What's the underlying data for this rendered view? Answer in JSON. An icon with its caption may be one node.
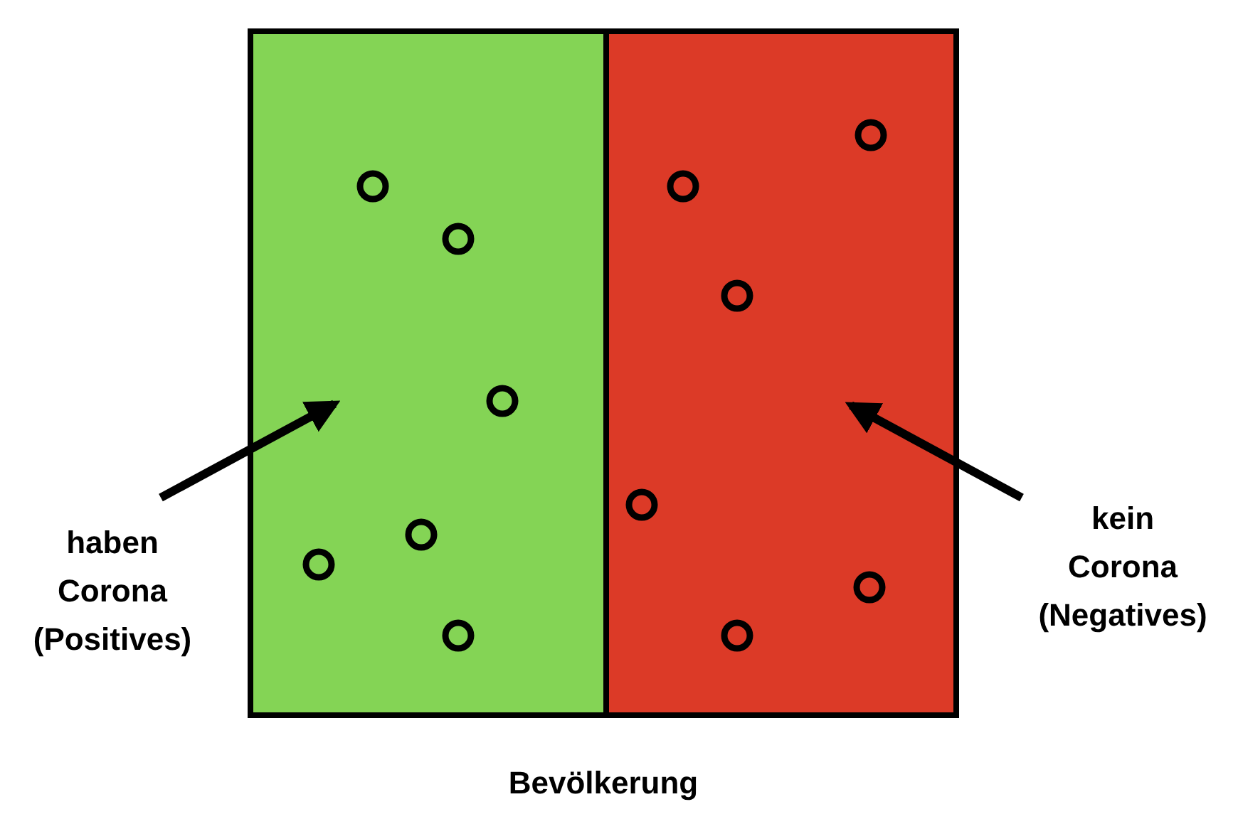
{
  "diagram": {
    "nodes": [
      {
        "text": [],
        "shape": "box"
      },
      {
        "text": [],
        "shape": "box"
      },
      {
        "text": [
          "haben Corona (Positives)"
        ]
      },
      {
        "text": [
          "kein Corona (Negatives)"
        ]
      }
    ],
    "edges": [
      {
        "from": 2,
        "to": 0,
        "arrow": "to"
      },
      {
        "from": 3,
        "to": 1,
        "arrow": "to"
      }
    ],
    "labels": [
      "Bevölkerung"
    ]
  }
}
